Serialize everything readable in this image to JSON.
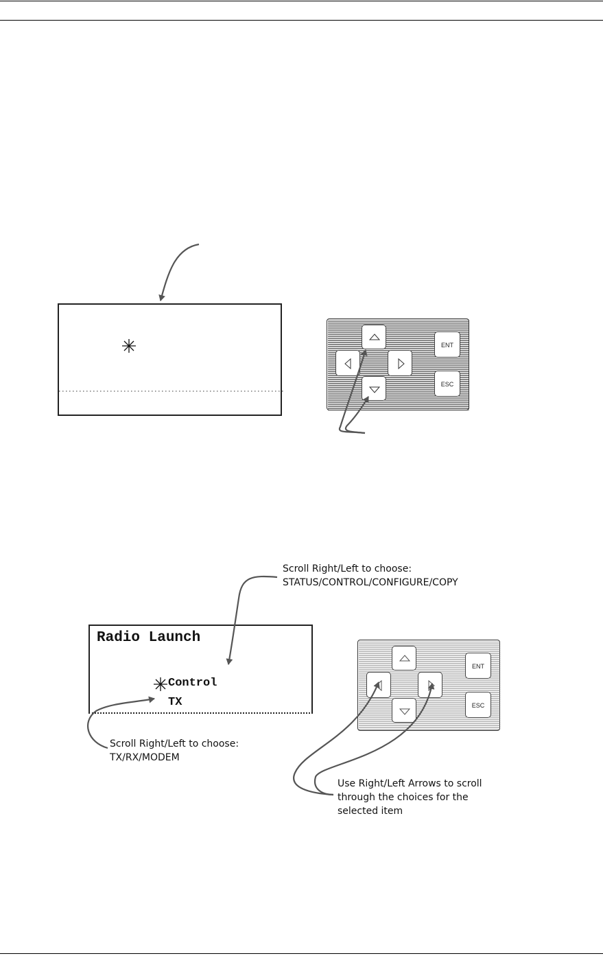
{
  "figure_bottom": {
    "lcd": {
      "title": "Radio Launch",
      "item": "Control",
      "value": "TX"
    },
    "callout_top": {
      "line1": "Scroll Right/Left to choose:",
      "line2": "STATUS/CONTROL/CONFIGURE/COPY"
    },
    "callout_left": {
      "line1": "Scroll Right/Left to choose:",
      "line2": "TX/RX/MODEM"
    },
    "callout_right": {
      "line1": "Use Right/Left Arrows to scroll",
      "line2": "through the choices for the",
      "line3": "selected item"
    }
  },
  "keypad": {
    "ent_label": "ENT",
    "esc_label": "ESC"
  }
}
